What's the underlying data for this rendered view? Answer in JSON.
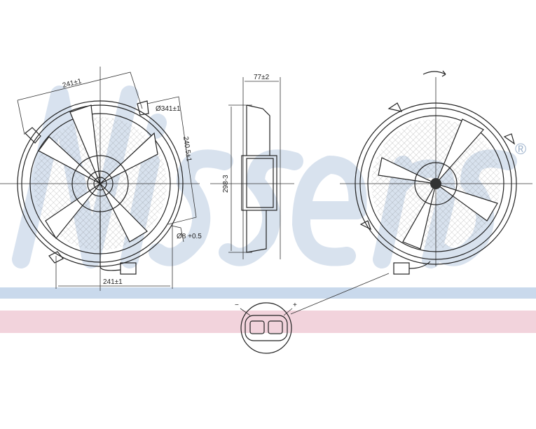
{
  "watermark": {
    "brand": "Nissens",
    "registered_mark": "®"
  },
  "colors": {
    "blue_band": "#c9d9ec",
    "pink_band": "#f2d3dc",
    "watermark": "#c8d6e8"
  },
  "front_view": {
    "dim_top": "241±1",
    "dim_diameter": "Ø341±1",
    "dim_diag": "240.5±1",
    "dim_hole": "Ø8 +0.5",
    "dim_bottom": "241±1"
  },
  "side_view": {
    "dim_depth": "77±2",
    "dim_height": "298-3"
  },
  "connector": {
    "minus": "−",
    "plus": "+"
  }
}
